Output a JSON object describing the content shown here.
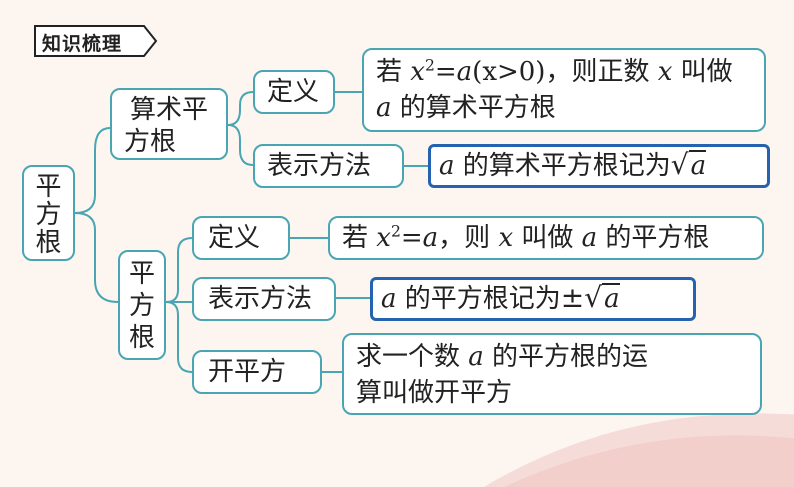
{
  "badge": "知识梳理",
  "root": "平方根",
  "branches": {
    "arithmetic": {
      "label_line1": "算术平",
      "label_line2": "方根",
      "definition_label": "定义",
      "definition_text_prefix": "若 ",
      "definition_var": "x",
      "definition_exp": "2",
      "definition_eq": "=",
      "definition_a": "a",
      "definition_cond": "(x>0)，则正数 ",
      "definition_x2": "x",
      "definition_tail": " 叫做",
      "definition_line2_a": "a",
      "definition_line2": " 的算术平方根",
      "notation_label": "表示方法",
      "notation_a": "a",
      "notation_text": " 的算术平方根记为",
      "notation_symbol": "√",
      "notation_radicand": "a"
    },
    "square": {
      "label": "平方根",
      "definition_label": "定义",
      "definition_prefix": "若 ",
      "definition_var": "x",
      "definition_exp": "2",
      "definition_eq": "=",
      "definition_a": "a",
      "definition_mid": "，则 ",
      "definition_x2": "x",
      "definition_mid2": " 叫做 ",
      "definition_a2": "a",
      "definition_tail": " 的平方根",
      "notation_label": "表示方法",
      "notation_a": "a",
      "notation_text": " 的平方根记为",
      "notation_symbol": "±√",
      "notation_radicand": "a",
      "operation_label": "开平方",
      "operation_line1_prefix": "求一个数 ",
      "operation_line1_a": "a",
      "operation_line1_tail": " 的平方根的运",
      "operation_line2": "算叫做开平方"
    }
  },
  "colors": {
    "border": "#4aa5b3",
    "accent_border": "#2563b0",
    "background": "#fdf6f0"
  }
}
